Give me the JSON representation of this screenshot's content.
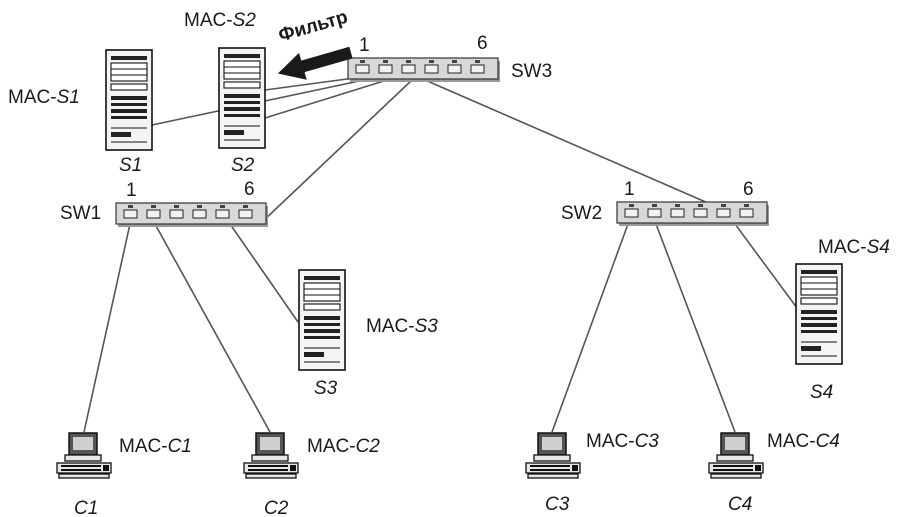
{
  "filter_label": "Фильтр",
  "switches": {
    "sw1": {
      "name": "SW1",
      "port_first": "1",
      "port_last": "6"
    },
    "sw2": {
      "name": "SW2",
      "port_first": "1",
      "port_last": "6"
    },
    "sw3": {
      "name": "SW3",
      "port_first": "1",
      "port_last": "6"
    }
  },
  "servers": {
    "s1": {
      "name": "S1",
      "mac_prefix": "MAC-",
      "mac_id": "S1"
    },
    "s2": {
      "name": "S2",
      "mac_prefix": "MAC-",
      "mac_id": "S2"
    },
    "s3": {
      "name": "S3",
      "mac_prefix": "MAC-",
      "mac_id": "S3"
    },
    "s4": {
      "name": "S4",
      "mac_prefix": "MAC-",
      "mac_id": "S4"
    }
  },
  "clients": {
    "c1": {
      "name": "C1",
      "mac_prefix": "MAC-",
      "mac_id": "C1"
    },
    "c2": {
      "name": "C2",
      "mac_prefix": "MAC-",
      "mac_id": "C2"
    },
    "c3": {
      "name": "C3",
      "mac_prefix": "MAC-",
      "mac_id": "C3"
    },
    "c4": {
      "name": "C4",
      "mac_prefix": "MAC-",
      "mac_id": "C4"
    }
  },
  "colors": {
    "line": "#555555",
    "text": "#1a1a1a",
    "background": "#ffffff"
  }
}
